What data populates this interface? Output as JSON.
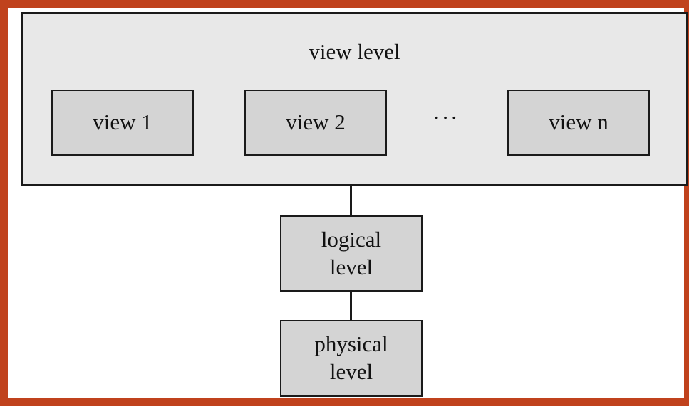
{
  "diagram": {
    "view_level": {
      "label": "view level",
      "views": [
        "view 1",
        "view 2",
        "view n"
      ],
      "ellipsis": "···"
    },
    "logical_level": {
      "line1": "logical",
      "line2": "level"
    },
    "physical_level": {
      "line1": "physical",
      "line2": "level"
    }
  },
  "colors": {
    "frame_border": "#c0421d",
    "view_level_fill": "#e8e8e8",
    "box_fill": "#d4d4d4",
    "line": "#1a1a1a"
  }
}
